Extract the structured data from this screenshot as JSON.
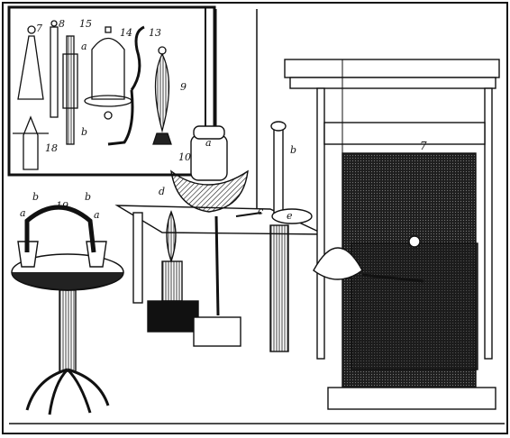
{
  "labels": {
    "fig7_a": "7",
    "fig8_a": "8",
    "fig15": "15",
    "fig14": "14",
    "fig13": "13",
    "fig9": "9",
    "fig18": "18",
    "letter_a_tube": "a",
    "letter_b_tube": "b",
    "fig10": "10",
    "letter_a_jar": "a",
    "letter_d": "d",
    "letter_b_pipe": "b",
    "fig7_fire": "7",
    "letter_a_left": "a",
    "letter_b_left": "b",
    "fig19": "19",
    "letter_b_right": "b",
    "letter_a_right": "a",
    "letter_c": "c",
    "letter_e": "e"
  },
  "colors": {
    "ink": "#111111",
    "paper": "#ffffff",
    "shade": "#2a2a2a"
  }
}
